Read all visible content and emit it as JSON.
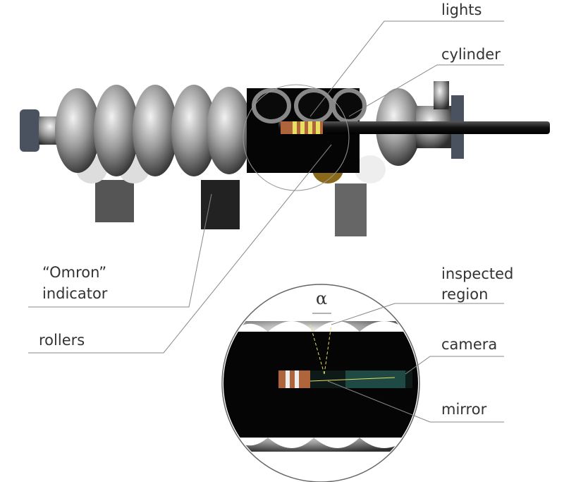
{
  "labels": {
    "lights": "lights",
    "cylinder": "cylinder",
    "omron_line1": "“Omron”",
    "omron_line2": "indicator",
    "rollers": "rollers",
    "inspected_line1": "inspected",
    "inspected_line2": "region",
    "alpha": "α",
    "camera": "camera",
    "mirror": "mirror"
  },
  "colors": {
    "metal": "#9a9a9a",
    "leader": "#888888",
    "light_bands": "#e8e060",
    "copper": "#b0643c"
  }
}
